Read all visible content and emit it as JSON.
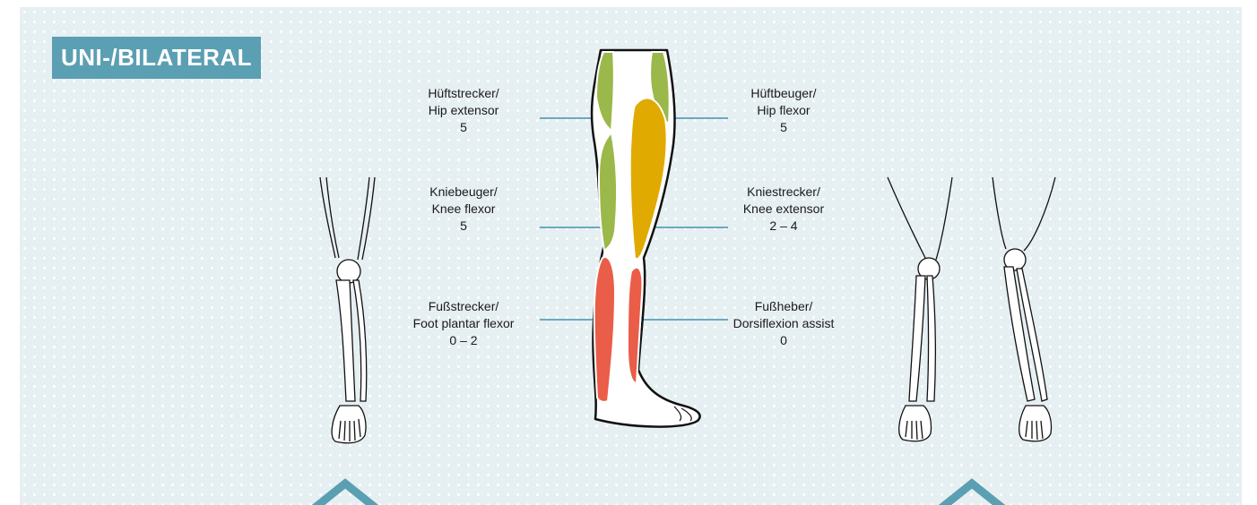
{
  "badge": "UNI-/BILATERAL",
  "labels": {
    "hip_extensor": {
      "de": "Hüftstrecker/",
      "en": "Hip extensor",
      "value": "5"
    },
    "hip_flexor": {
      "de": "Hüftbeuger/",
      "en": "Hip flexor",
      "value": "5"
    },
    "knee_flexor": {
      "de": "Kniebeuger/",
      "en": "Knee flexor",
      "value": "5"
    },
    "knee_extensor": {
      "de": "Kniestrecker/",
      "en": "Knee extensor",
      "value": "2 – 4"
    },
    "foot_plantar_flexor": {
      "de": "Fußstrecker/",
      "en": "Foot plantar flexor",
      "value": "0 – 2"
    },
    "dorsiflexion": {
      "de": "Fußheber/",
      "en": "Dorsiflexion assist",
      "value": "0"
    }
  },
  "colors": {
    "green": "#9bb84a",
    "yellow": "#e0aa00",
    "red": "#ea5d48",
    "line": "#6aaabf",
    "accent": "#5b9fb3",
    "background": "#e6eff2"
  }
}
